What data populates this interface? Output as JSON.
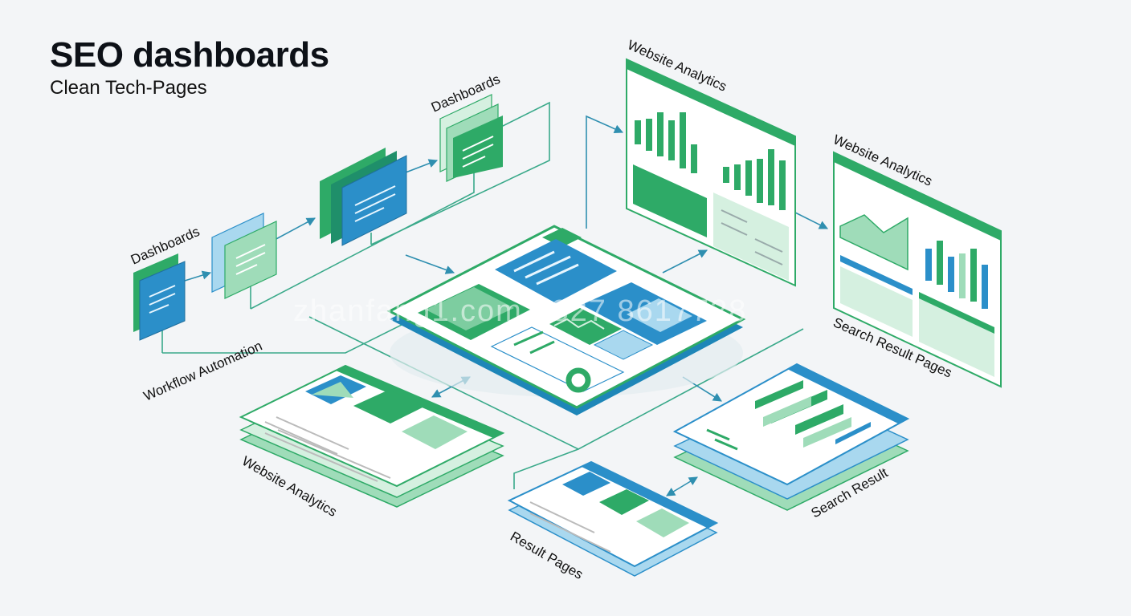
{
  "header": {
    "title": "SEO dashboards",
    "subtitle": "Clean Tech-Pages"
  },
  "labels": {
    "dashboards_small": "Dashboards",
    "dashboards_top": "Dashboards",
    "workflow_automation": "Workflow Automation",
    "website_analytics_top": "Website Analytics",
    "website_analytics_right": "Website Analytics",
    "search_result_pages": "Search Result Pages",
    "website_analytics_bottom": "Website Analytics",
    "result_pages": "Result Pages",
    "search_result": "Search Result"
  },
  "watermark": "zhanfang1.com 0327 8617728",
  "colors": {
    "green": "#2eaa67",
    "green_light": "#9fdcb9",
    "green_pale": "#d5f0e0",
    "blue": "#2b8fc9",
    "blue_light": "#a9d8ef",
    "line": "#2f9f86",
    "text": "#111111"
  }
}
